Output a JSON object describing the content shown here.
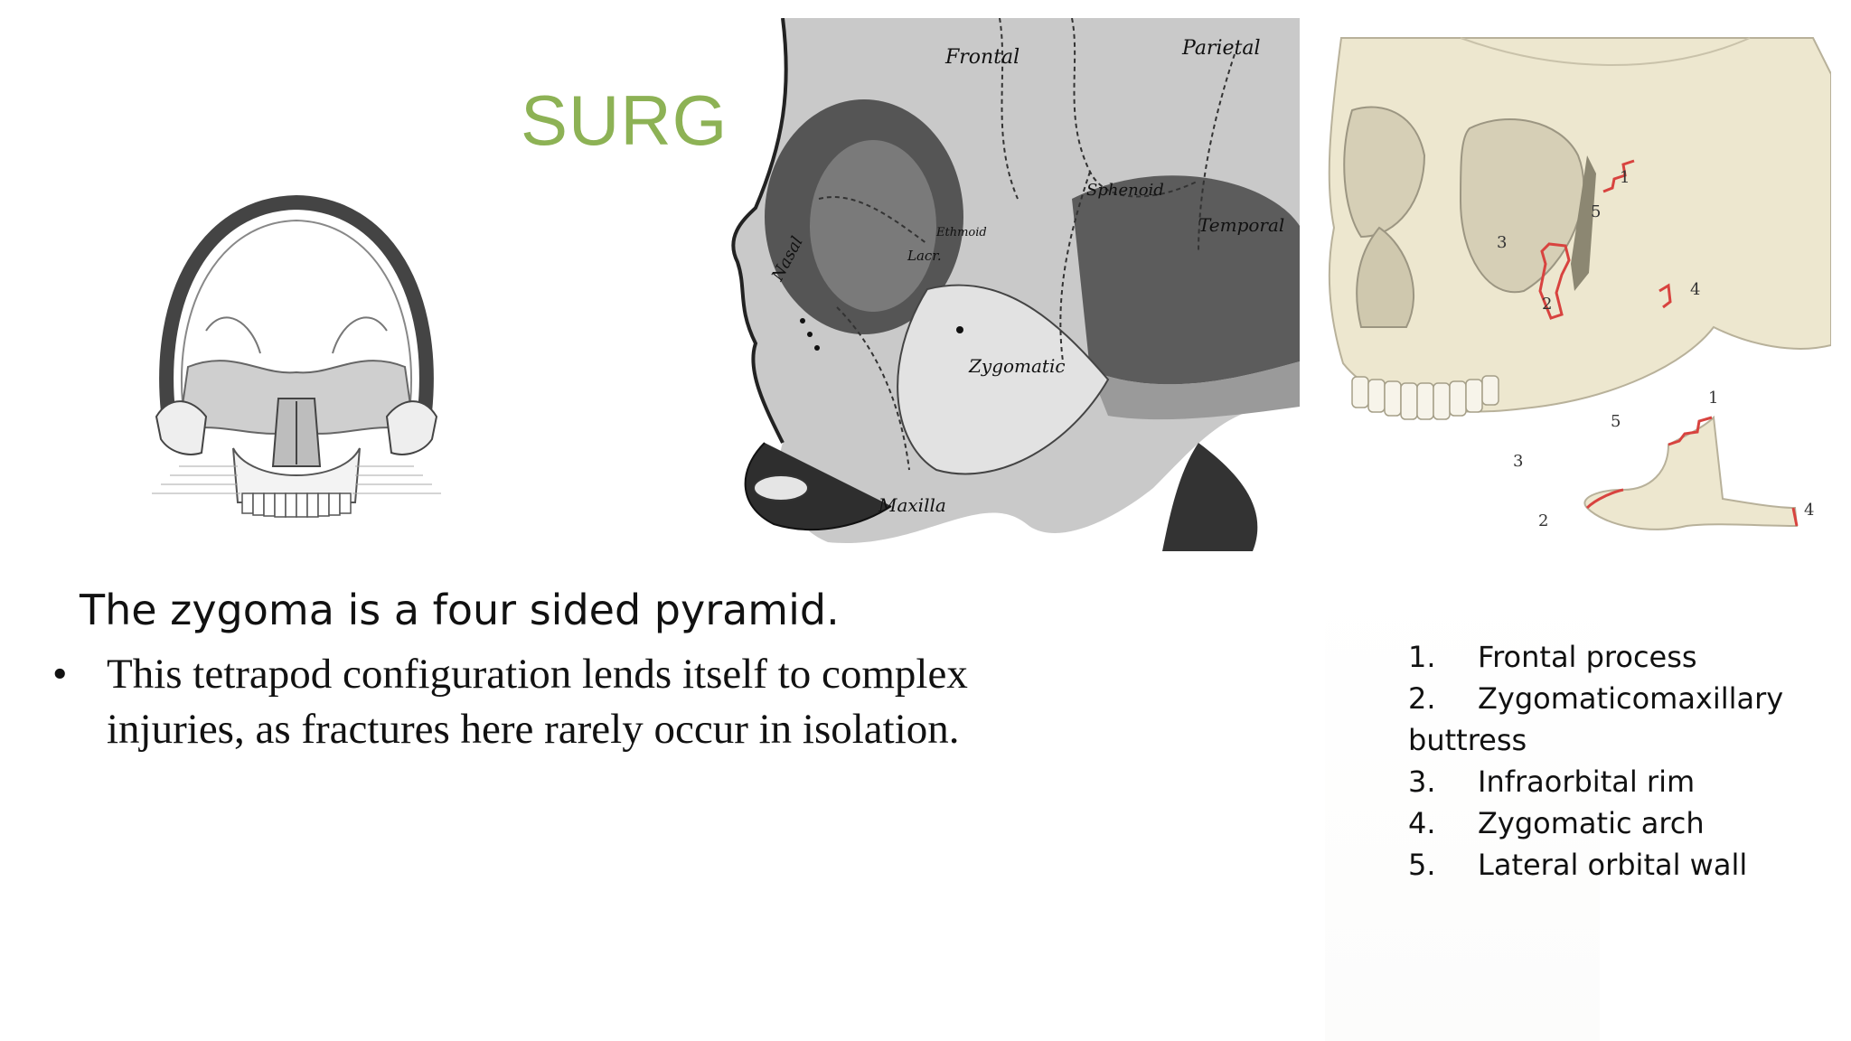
{
  "slide": {
    "title": "SURGI",
    "lead_text": "The zygoma is a four sided pyramid.",
    "bullets": [
      "This tetrapod configuration lends itself to complex injuries, as fractures here rarely occur in isolation."
    ]
  },
  "lateral_skull_labels": {
    "frontal": "Frontal",
    "parietal": "Parietal",
    "sphenoid": "Sphenoid",
    "temporal": "Temporal",
    "ethmoid": "Ethmoid",
    "lacrimal": "Lacr.",
    "nasal": "Nasal",
    "zygomatic": "Zygomatic",
    "maxilla": "Maxilla"
  },
  "diagram_numbers": [
    "1",
    "2",
    "3",
    "4",
    "5"
  ],
  "legend": [
    {
      "num": "1.",
      "label": "Frontal process"
    },
    {
      "num": "2.",
      "label": "Zygomaticomaxillary",
      "continued": "buttress"
    },
    {
      "num": "3.",
      "label": "Infraorbital rim"
    },
    {
      "num": "4.",
      "label": "Zygomatic arch"
    },
    {
      "num": "5.",
      "label": "Lateral orbital wall"
    }
  ],
  "colors": {
    "title": "#8db255",
    "fracture_line": "#d8433f",
    "bone": "#ede7cf"
  }
}
